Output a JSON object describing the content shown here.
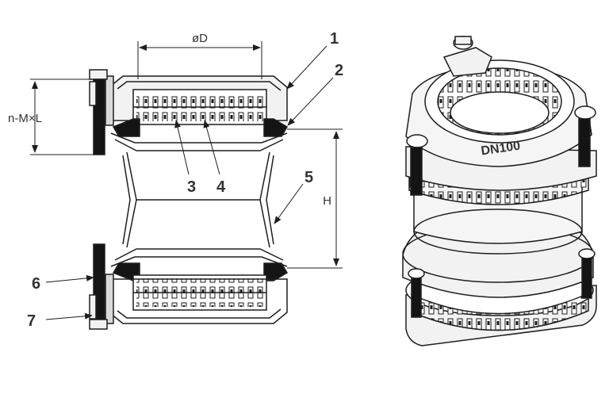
{
  "dimensions": {
    "diameter": "øD",
    "bolt_spec": "n-M×L",
    "height": "H"
  },
  "callouts": [
    "1",
    "2",
    "3",
    "4",
    "5",
    "6",
    "7"
  ],
  "product_marking": "DN100",
  "colors": {
    "line": "#1e1e1e",
    "fill_light": "#f2f2f2",
    "fill_mid": "#d9d9d9",
    "dark": "#141414",
    "text": "#333333"
  }
}
